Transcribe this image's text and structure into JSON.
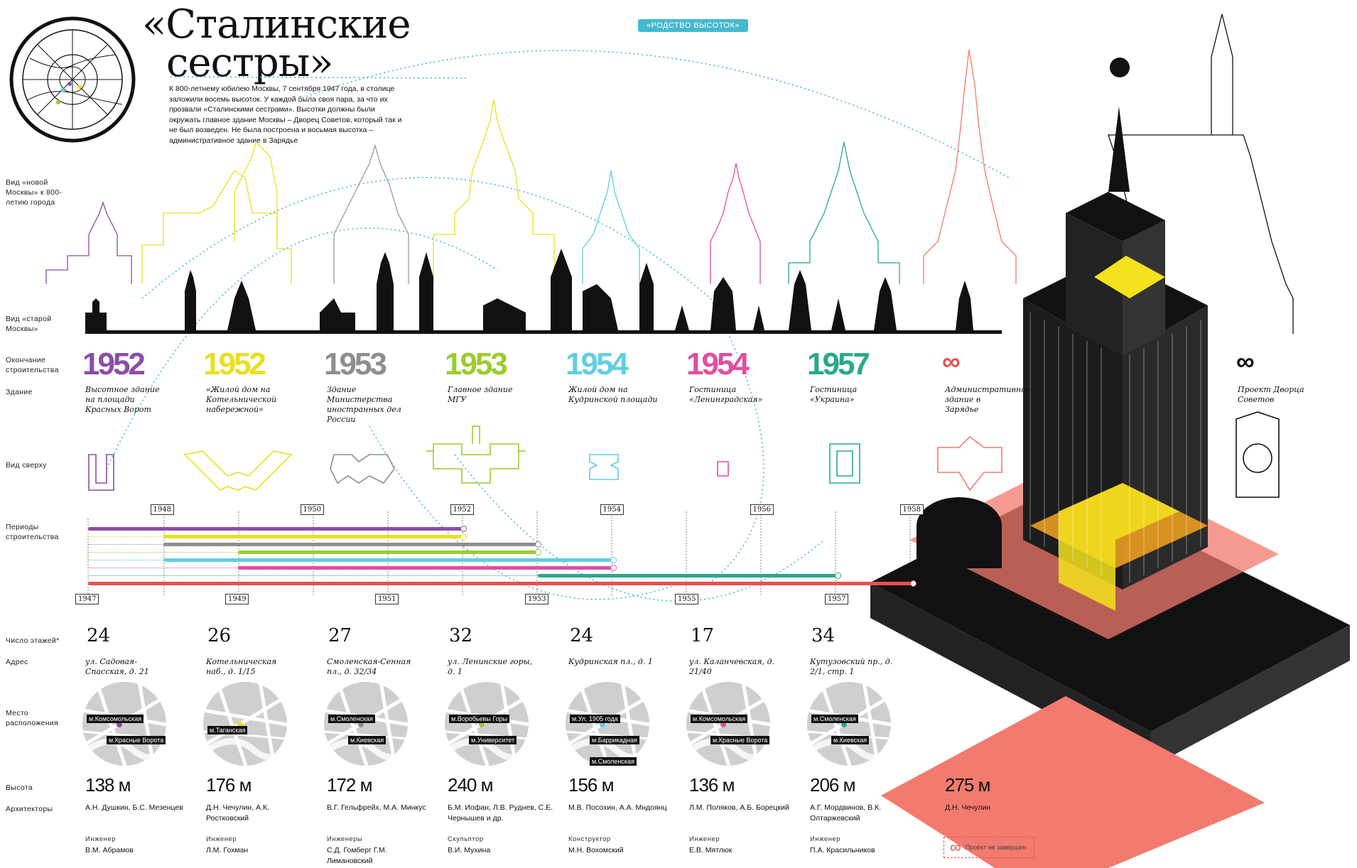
{
  "title_line1": "«Сталинские",
  "title_line2": "сестры»",
  "intro": "К 800-летнему юбилею Москвы, 7 сентября 1947 года, в столице заложили восемь высоток. У каждой была своя пара, за что их прозвали «Сталинскими сестрами». Высотки должны были окружать главное здание Москвы – Дворец Советов, который так и не был возведен. Не была построена и восьмая высотка – административное здание в Зарядье",
  "kinship_label": "«РОДСТВО ВЫСОТОК»",
  "labels": {
    "new_moscow": "Вид «новой Москвы» к 800-летию города",
    "old_moscow": "Вид «старой Москвы»",
    "completion": "Окончание строительства",
    "building": "Здание",
    "top_view": "Вид сверху",
    "periods": "Периоды строительства",
    "floors": "Число этажей*",
    "address": "Адрес",
    "location": "Место расположения",
    "height": "Высота",
    "architects": "Архитекторы"
  },
  "colors": {
    "purple": "#8a4ea8",
    "yellow": "#e8e020",
    "gray": "#8e8e8e",
    "green": "#9ccc2e",
    "cyan": "#5fcfe0",
    "pink": "#e04fa0",
    "teal": "#2aa88c",
    "red": "#e85050",
    "salmon": "#f27a6e",
    "orange": "#f6a51e"
  },
  "buildings": [
    {
      "year": "1952",
      "color": "#8a4ea8",
      "name": "Высотное здание на площади Красных Ворот",
      "floors": "24",
      "address": "ул. Садовая-Спасская, д. 21",
      "metro": [
        "м.Комсомольская",
        "м.Красные Ворота"
      ],
      "height": "138 м",
      "architects": "А.Н. Душкин, Б.С. Мезенцев",
      "role": "Инженер",
      "engineer": "В.М. Абрамов"
    },
    {
      "year": "1952",
      "color": "#e8e020",
      "name": "«Жилой дом на Котельнической набережной»",
      "floors": "26",
      "address": "Котельническая наб., д. 1/15",
      "metro": [
        "м.Таганская"
      ],
      "height": "176 м",
      "architects": "Д.Н. Чечулин, А.К. Ростковский",
      "role": "Инженер",
      "engineer": "Л.М. Гохман"
    },
    {
      "year": "1953",
      "color": "#8e8e8e",
      "name": "Здание Министерства иностранных дел России",
      "floors": "27",
      "address": "Смоленская-Сенная пл., д. 32/34",
      "metro": [
        "м.Смоленская",
        "м.Киевская"
      ],
      "height": "172 м",
      "architects": "В.Г. Гельфрейх, М.А. Минкус",
      "role": "Инженеры",
      "engineer": "С.Д. Гомберг Г.М. Лимановский"
    },
    {
      "year": "1953",
      "color": "#9ccc2e",
      "name": "Главное здание МГУ",
      "floors": "32",
      "address": "ул. Ленинские горы, д. 1",
      "metro": [
        "м.Воробьевы Горы",
        "м.Университет"
      ],
      "height": "240 м",
      "architects": "Б.М. Иофан, Л.В. Руднев, С.Е. Чернышев и др.",
      "role": "Скульптор",
      "engineer": "В.И. Мухина"
    },
    {
      "year": "1954",
      "color": "#5fcfe0",
      "name": "Жилой дом на Кудринской площади",
      "floors": "24",
      "address": "Кудринская пл., д. 1",
      "metro": [
        "м.Ул. 1905 года",
        "м.Баррикадная",
        "м.Смоленская"
      ],
      "height": "156 м",
      "architects": "М.В. Посохин, А.А. Мндоянц",
      "role": "Конструктор",
      "engineer": "М.Н. Вохомский"
    },
    {
      "year": "1954",
      "color": "#e04fa0",
      "name": "Гостиница «Ленинградская»",
      "floors": "17",
      "address": "ул. Каланчевская, д. 21/40",
      "metro": [
        "м.Комсомольская",
        "м.Красные Ворота"
      ],
      "height": "136 м",
      "architects": "Л.М. Поляков, А.Б. Борецкий",
      "role": "Инженер",
      "engineer": "Е.В. Мятлюк"
    },
    {
      "year": "1957",
      "color": "#2aa88c",
      "name": "Гостиница «Украина»",
      "floors": "34",
      "address": "Кутузовский пр., д. 2/1, стр. 1",
      "metro": [
        "м.Смоленская",
        "м.Киевская"
      ],
      "height": "206 м",
      "architects": "А.Г. Мордвинов, В.К. Олтаржевский",
      "role": "Инженер",
      "engineer": "П.А. Красильников"
    },
    {
      "year": "∞",
      "color": "#e85050",
      "name": "Административное здание в Зарядье",
      "height": "275 м",
      "architects": "Д.Н. Чечулин"
    },
    {
      "year": "∞",
      "color": "#111111",
      "name": "Проект Дворца Советов"
    }
  ],
  "timeline": {
    "top_years": [
      "1948",
      "1950",
      "1952",
      "1954",
      "1956",
      "1958"
    ],
    "bottom_years": [
      "1947",
      "1949",
      "1951",
      "1953",
      "1955",
      "1957"
    ],
    "bars": [
      {
        "color": "#8a4ea8",
        "start": 1947,
        "end": 1952
      },
      {
        "color": "#e8e020",
        "start": 1948,
        "end": 1952
      },
      {
        "color": "#8e8e8e",
        "start": 1948,
        "end": 1953
      },
      {
        "color": "#9ccc2e",
        "start": 1949,
        "end": 1953
      },
      {
        "color": "#5fcfe0",
        "start": 1948,
        "end": 1954
      },
      {
        "color": "#e04fa0",
        "start": 1949,
        "end": 1954
      },
      {
        "color": "#2aa88c",
        "start": 1953,
        "end": 1957
      },
      {
        "color": "#e85050",
        "start": 1947,
        "end": 1958
      }
    ]
  },
  "legend_unfinished": "Проект не завершен"
}
